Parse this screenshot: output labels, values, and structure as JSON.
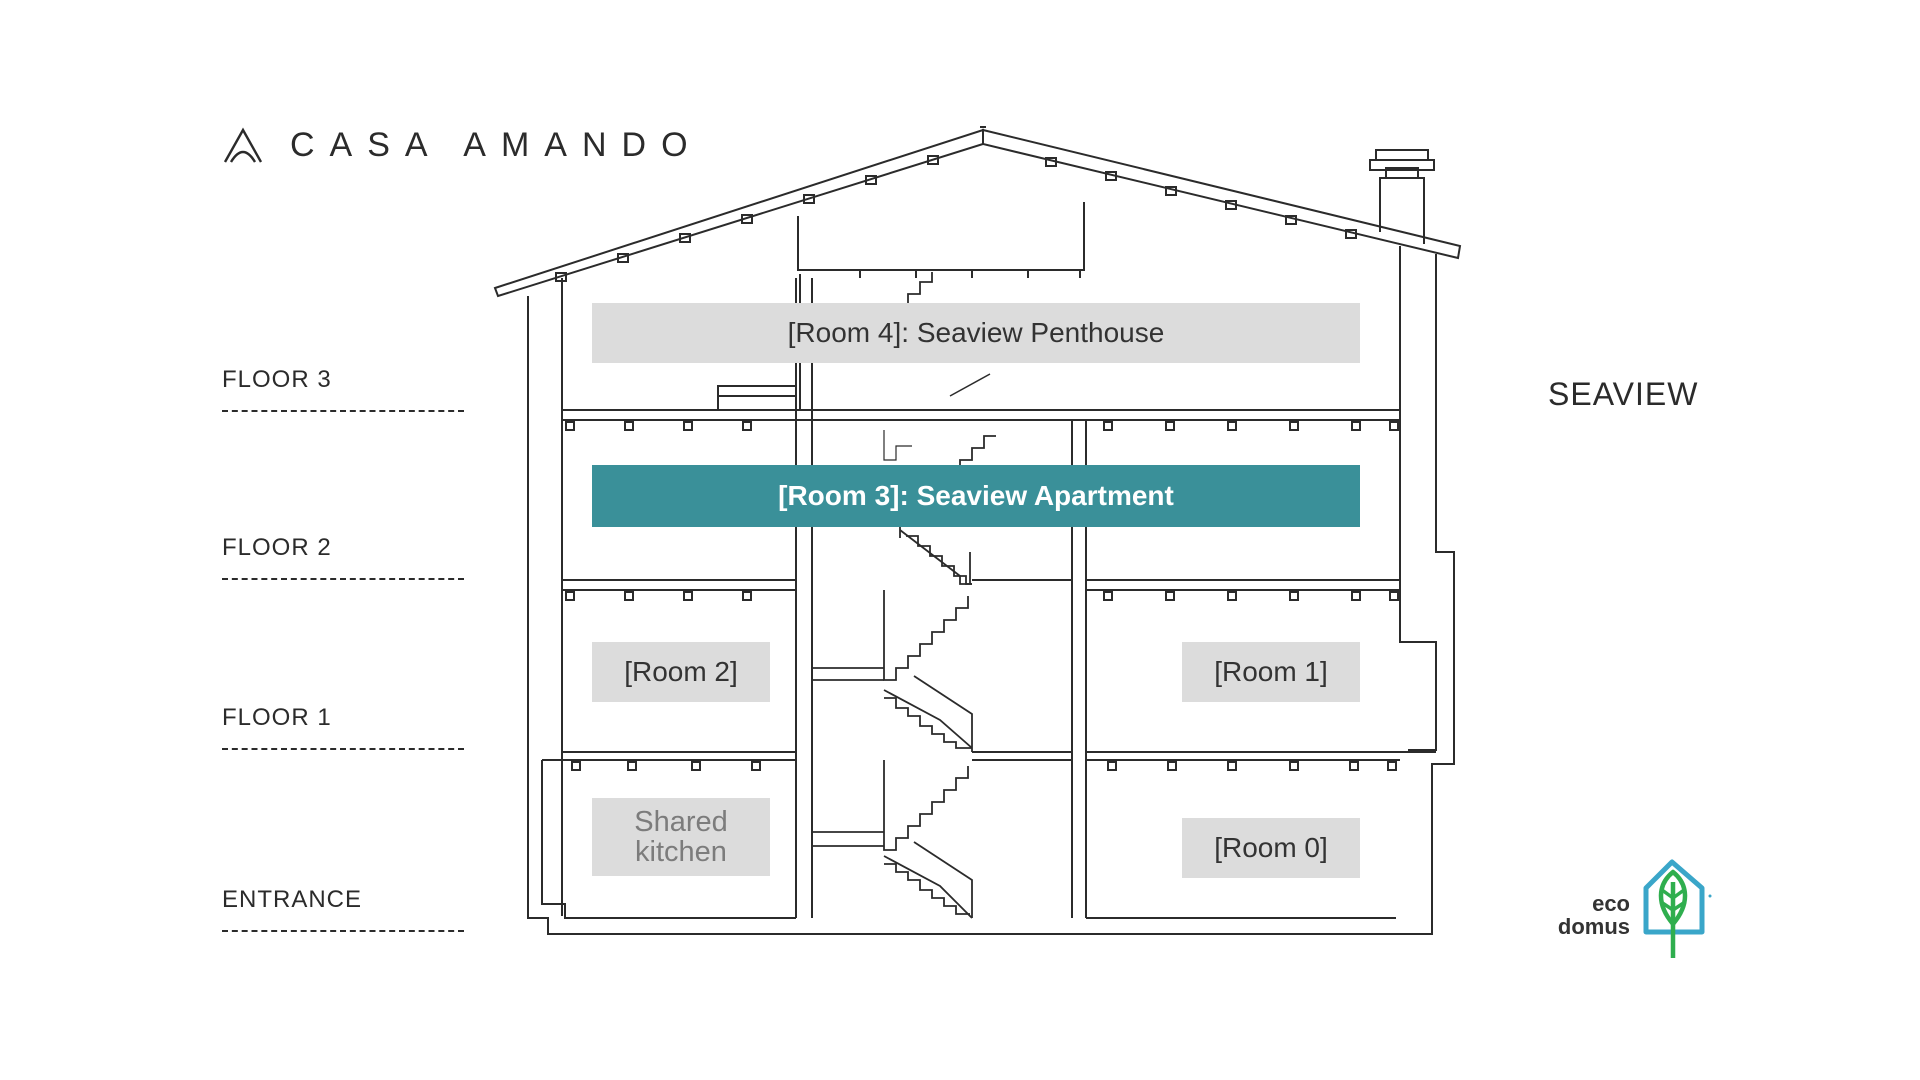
{
  "brand": {
    "name": "CASA AMANDO"
  },
  "floors": [
    {
      "label": "FLOOR 3"
    },
    {
      "label": "FLOOR 2"
    },
    {
      "label": "FLOOR 1"
    },
    {
      "label": "ENTRANCE"
    }
  ],
  "side_label": "SEAVIEW",
  "rooms": {
    "room4": "[Room 4]: Seaview Penthouse",
    "room3": "[Room 3]: Seaview Apartment",
    "room2": "[Room 2]",
    "room1": "[Room 1]",
    "room0": "[Room 0]",
    "kitchen_line1": "Shared",
    "kitchen_line2": "kitchen"
  },
  "eco_logo": {
    "line1": "eco",
    "line2": "domus"
  },
  "colors": {
    "highlight": "#3a9099",
    "room_box": "#dcdcdc",
    "line": "#2b2b2b",
    "eco_blue": "#3aa6c9",
    "eco_green": "#2fae4e"
  }
}
